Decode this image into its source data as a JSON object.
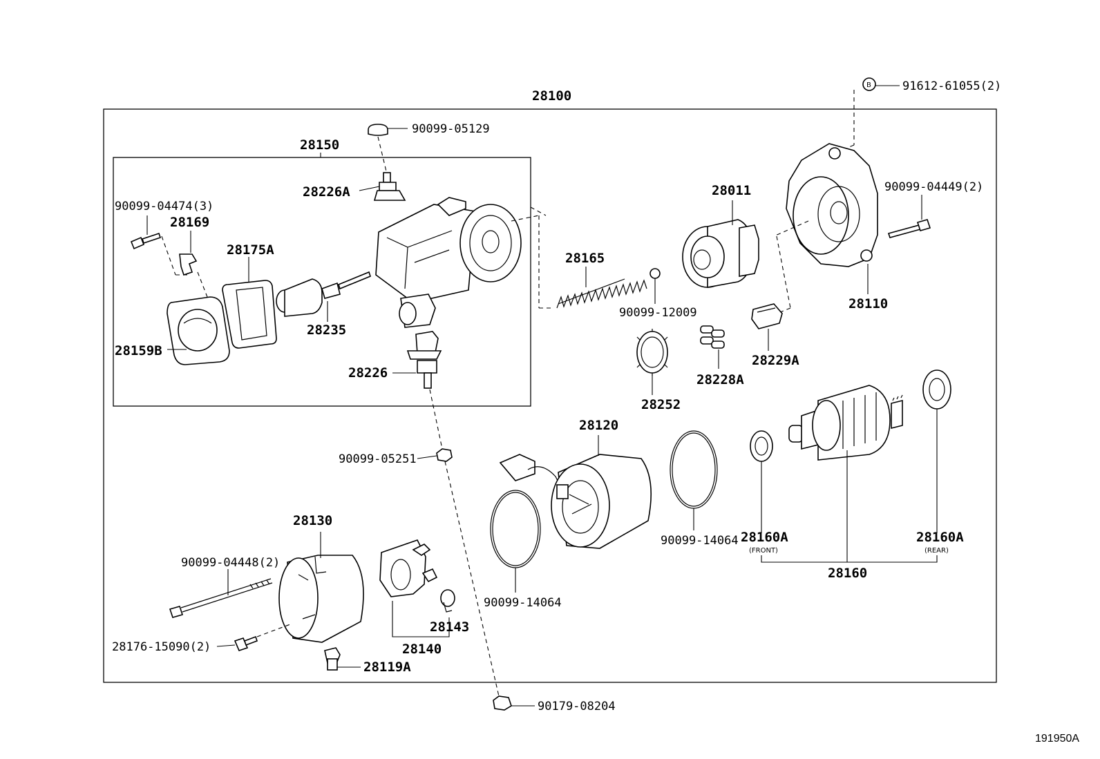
{
  "diagram": {
    "labels": {
      "assy": "28100",
      "sub_assy": "28150",
      "p_91612": "91612-61055(2)",
      "b_symbol": "B",
      "p_90099_05129": "90099-05129",
      "p_28226A": "28226A",
      "p_90099_04474": "90099-04474(3)",
      "p_28169": "28169",
      "p_28175A": "28175A",
      "p_28235": "28235",
      "p_28159B": "28159B",
      "p_28226": "28226",
      "p_28165": "28165",
      "p_28011": "28011",
      "p_90099_12009": "90099-12009",
      "p_90099_04449": "90099-04449(2)",
      "p_28110": "28110",
      "p_28229A": "28229A",
      "p_28228A": "28228A",
      "p_28252": "28252",
      "p_90099_05251": "90099-05251",
      "p_28120": "28120",
      "p_90099_14064_a": "90099-14064",
      "p_90099_14064_b": "90099-14064",
      "p_28160A_front": "28160A",
      "front_note": "(FRONT)",
      "p_28160A_rear": "28160A",
      "rear_note": "(REAR)",
      "p_28160": "28160",
      "p_28130": "28130",
      "p_90099_04448": "90099-04448(2)",
      "p_28176": "28176-15090(2)",
      "p_28119A": "28119A",
      "p_28140": "28140",
      "p_28143": "28143",
      "p_90179_08204": "90179-08204",
      "figure_id": "191950A"
    }
  }
}
